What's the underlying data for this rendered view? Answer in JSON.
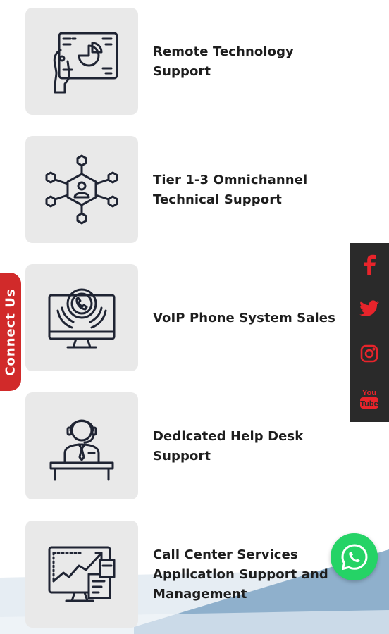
{
  "services": [
    {
      "title": "Remote Technology Support",
      "icon": "tablet-chart-icon"
    },
    {
      "title": "Tier 1-3 Omnichannel Technical Support",
      "icon": "network-hexagon-icon"
    },
    {
      "title": "VoIP Phone System Sales",
      "icon": "monitor-phone-icon"
    },
    {
      "title": "Dedicated Help Desk Support",
      "icon": "helpdesk-agent-icon"
    },
    {
      "title": "Call Center Services Application Support and Management",
      "icon": "monitor-growth-icon"
    }
  ],
  "connect_tab": {
    "label": "Connect Us"
  },
  "social": {
    "items": [
      {
        "name": "facebook",
        "icon": "facebook-icon"
      },
      {
        "name": "twitter",
        "icon": "twitter-icon"
      },
      {
        "name": "instagram",
        "icon": "instagram-icon"
      },
      {
        "name": "youtube",
        "icon": "youtube-icon",
        "text_top": "You",
        "text_bottom": "Tube"
      }
    ]
  },
  "whatsapp": {
    "icon": "whatsapp-icon"
  },
  "colors": {
    "accent_red": "#d12a2a",
    "social_bg": "#2a2a2a",
    "social_icon": "#e8242b",
    "whatsapp_green": "#25d366",
    "card_bg": "#e9e9e9",
    "wave_blue": "#8fb0cc"
  }
}
